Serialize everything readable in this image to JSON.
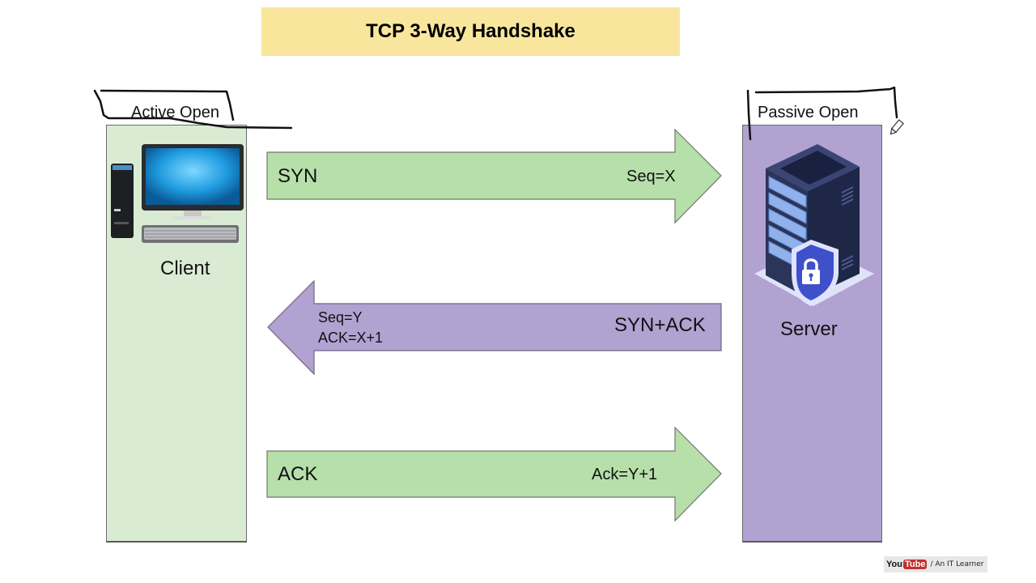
{
  "title": "TCP 3-Way Handshake",
  "client": {
    "mode_label": "Active Open",
    "name": "Client",
    "icon": "desktop-computer-icon",
    "color": "#d9ecd3"
  },
  "server": {
    "mode_label": "Passive Open",
    "name": "Server",
    "icon": "secure-server-icon",
    "color": "#b1a2d1"
  },
  "messages": [
    {
      "direction": "client-to-server",
      "name": "SYN",
      "params": [
        "Seq=X"
      ],
      "color": "#b7dfaa"
    },
    {
      "direction": "server-to-client",
      "name": "SYN+ACK",
      "params": [
        "Seq=Y",
        "ACK=X+1"
      ],
      "color": "#b1a2d1"
    },
    {
      "direction": "client-to-server",
      "name": "ACK",
      "params": [
        "Ack=Y+1"
      ],
      "color": "#b7dfaa"
    }
  ],
  "watermark": {
    "you": "You",
    "tube": "Tube",
    "channel": "/ An IT Learner"
  }
}
